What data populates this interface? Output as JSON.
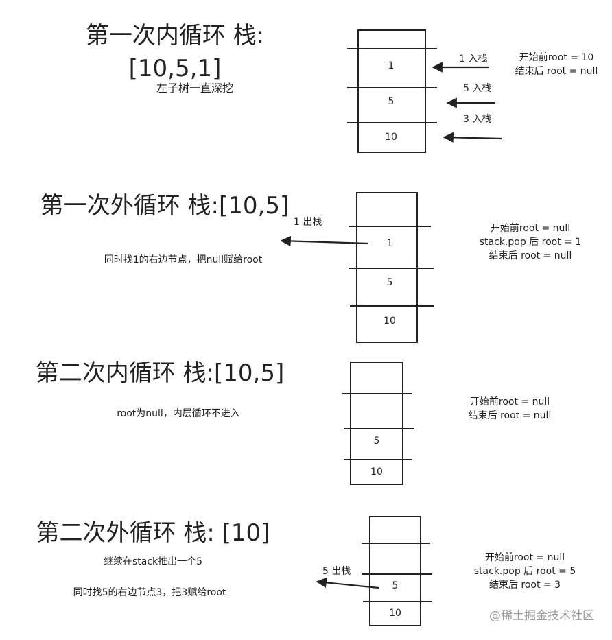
{
  "watermark": "@稀土掘金技术社区",
  "arrow_labels": {
    "push_1": "1 入栈",
    "push_5": "5 入栈",
    "push_3": "3 入栈",
    "pop_1": "1 出栈",
    "pop_5": "5 出栈"
  },
  "sections": [
    {
      "title_lines": [
        "第一次内循环 栈:",
        "[10,5,1]"
      ],
      "caption": "左子树一直深挖",
      "stack": [
        "1",
        "5",
        "10"
      ],
      "notes": [
        "开始前root = 10",
        "结束后 root = null"
      ]
    },
    {
      "title_lines": [
        "第一次外循环 栈:[10,5]"
      ],
      "caption": "同时找1的右边节点，把null赋给root",
      "stack": [
        "1",
        "5",
        "10"
      ],
      "notes": [
        "开始前root = null",
        "stack.pop 后 root = 1",
        "结束后 root = null"
      ]
    },
    {
      "title_lines": [
        "第二次内循环 栈:[10,5]"
      ],
      "caption": "root为null，内层循环不进入",
      "stack": [
        "",
        "5",
        "10"
      ],
      "notes": [
        "开始前root = null",
        "结束后 root = null"
      ]
    },
    {
      "title_lines": [
        "第二次外循环  栈: [10]"
      ],
      "captions": [
        "继续在stack推出一个5",
        "同时找5的右边节点3，把3赋给root"
      ],
      "stack": [
        "",
        "5",
        "10"
      ],
      "notes": [
        "开始前root = null",
        "stack.pop 后 root = 5",
        "结束后 root = 3"
      ]
    }
  ]
}
